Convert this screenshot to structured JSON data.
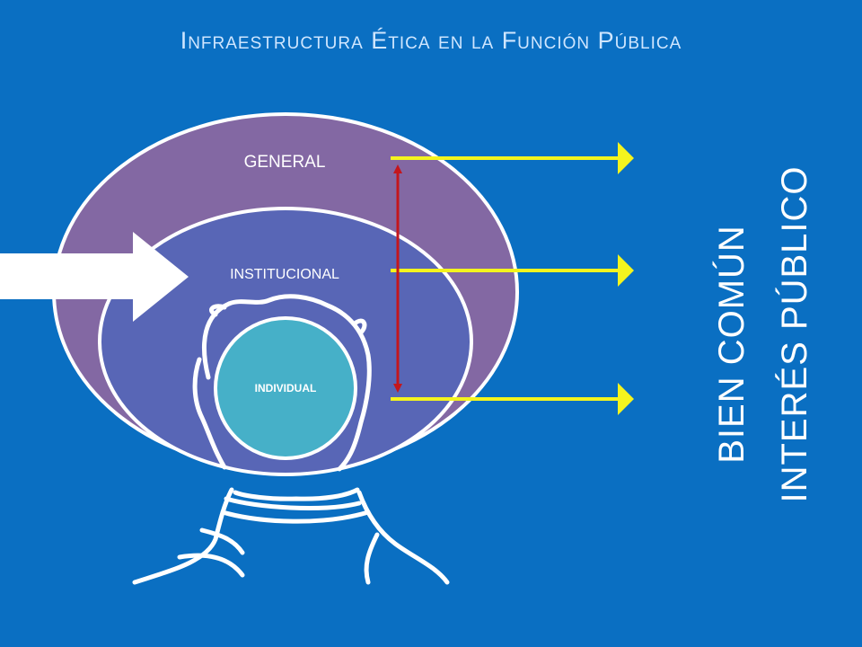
{
  "title": "Infraestructura Ética en la Función Pública",
  "diagram": {
    "labels": {
      "general": "GENERAL",
      "institucional": "INSTITUCIONAL",
      "individual": "INDIVIDUAL"
    },
    "side_text": {
      "line1": "BIEN COMÚN",
      "line2": "INTERÉS PÚBLICO"
    }
  },
  "colors": {
    "background": "#0a6fc2",
    "title": "#cfe6ff",
    "general_ellipse": "#8368a3",
    "institucional_ellipse": "#5866b6",
    "individual_circle": "#46b0c8",
    "arrows": "#f4f41e",
    "vertical_arrow": "#c4161c",
    "outline": "#ffffff"
  }
}
